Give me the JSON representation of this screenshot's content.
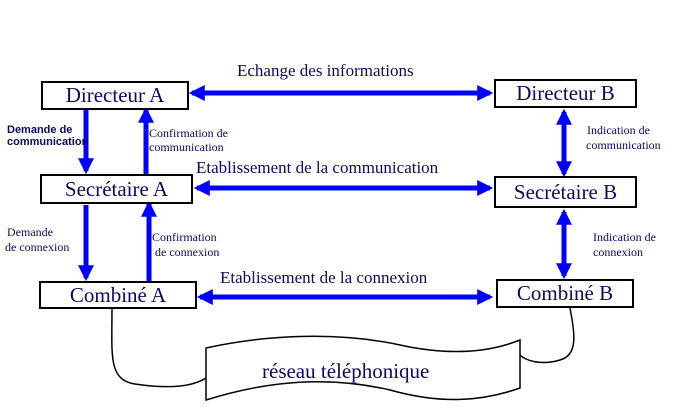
{
  "nodes": {
    "directeur_a": "Directeur A",
    "directeur_b": "Directeur B",
    "secretaire_a": "Secrétaire A",
    "secretaire_b": "Secrétaire B",
    "combine_a": "Combiné A",
    "combine_b": "Combiné B",
    "reseau": "réseau téléphonique"
  },
  "edges": {
    "echange": "Echange des informations",
    "etab_communication": "Etablissement de la communication",
    "etab_connexion": "Etablissement de la connexion",
    "demande_comm_1": "Demande de",
    "demande_comm_2": "communication",
    "confirm_comm_1": "Confirmation de",
    "confirm_comm_2": "communication",
    "indic_comm_1": "Indication de",
    "indic_comm_2": "communication",
    "demande_conn_1": "Demande",
    "demande_conn_2": "de connexion",
    "confirm_conn_1": "Confirmation",
    "confirm_conn_2": "de connexion",
    "indic_conn_1": "Indication de",
    "indic_conn_2": "connexion"
  },
  "colors": {
    "arrow": "#0000ff",
    "text": "#0a0a60",
    "border": "#000000"
  }
}
